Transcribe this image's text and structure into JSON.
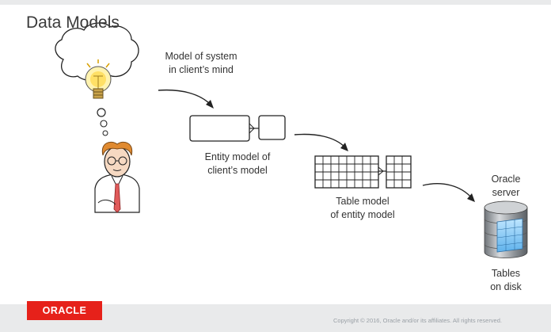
{
  "slide": {
    "title": "Data Models",
    "labels": {
      "mind_line1": "Model of system",
      "mind_line2": "in client’s mind",
      "entity_line1": "Entity model of",
      "entity_line2": "client’s model",
      "table_line1": "Table model",
      "table_line2": "of entity model",
      "server_line1": "Oracle",
      "server_line2": "server",
      "disk_line1": "Tables",
      "disk_line2": "on disk"
    }
  },
  "footer": {
    "logo_text": "ORACLE",
    "copyright": "Copyright © 2016, Oracle and/or its affiliates. All rights reserved."
  },
  "colors": {
    "background": "#ffffff",
    "footer_bg": "#e9eaeb",
    "brand_red": "#e6211a",
    "line": "#222222"
  }
}
